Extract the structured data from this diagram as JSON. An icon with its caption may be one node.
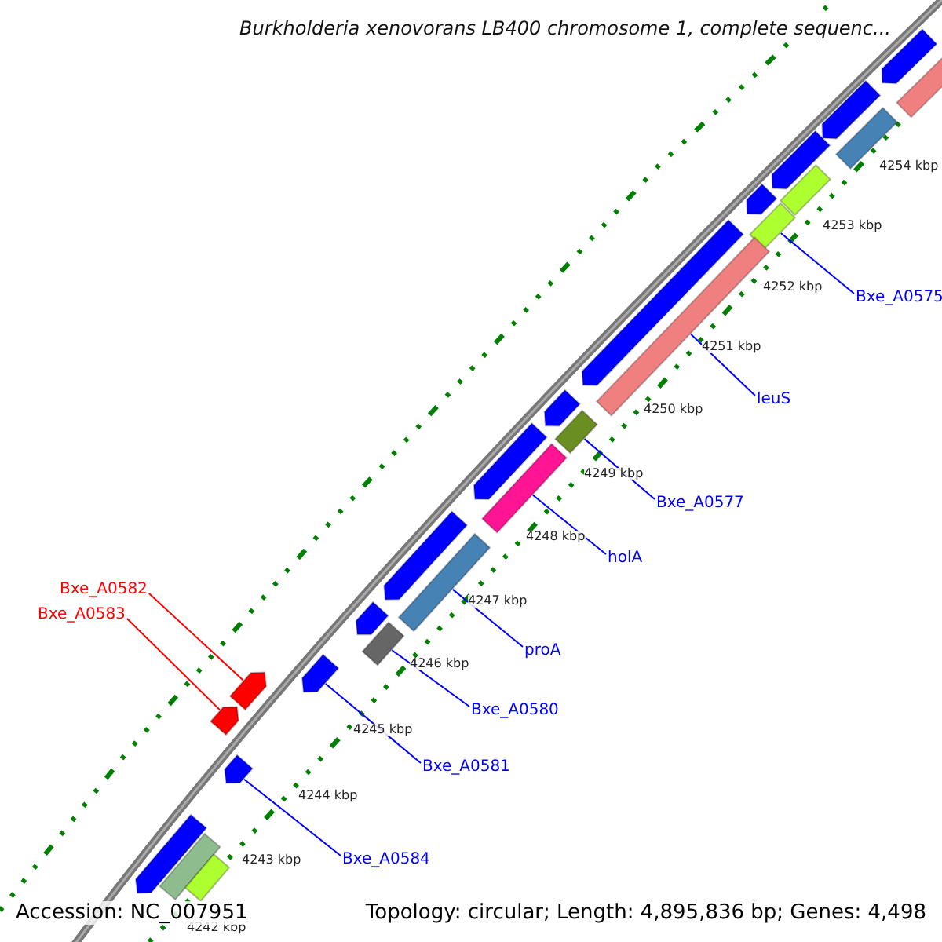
{
  "diagram": {
    "title": "Burkholderia xenovorans LB400 chromosome 1, complete sequenc...",
    "nodes": [
      {
        "text": [
          "Bxe_A0575"
        ]
      },
      {
        "text": [],
        "shape": "bar"
      },
      {
        "text": [
          "leuS"
        ]
      },
      {
        "text": [],
        "shape": "bar"
      },
      {
        "text": [
          "Bxe_A0577"
        ]
      },
      {
        "text": [],
        "shape": "bar"
      },
      {
        "text": [
          "holA"
        ]
      },
      {
        "text": [],
        "shape": "bar"
      },
      {
        "text": [
          "Bxe_A0582"
        ]
      },
      {
        "text": [],
        "shape": "pentagon"
      },
      {
        "text": [
          "Bxe_A0583"
        ]
      },
      {
        "text": [],
        "shape": "pentagon"
      },
      {
        "text": [
          "proA"
        ]
      },
      {
        "text": [],
        "shape": "bar"
      },
      {
        "text": [
          "Bxe_A0580"
        ]
      },
      {
        "text": [],
        "shape": "bar"
      },
      {
        "text": [
          "Bxe_A0581"
        ]
      },
      {
        "text": [],
        "shape": "pentagon"
      },
      {
        "text": [
          "Bxe_A0584"
        ]
      },
      {
        "text": [],
        "shape": "pentagon"
      },
      {
        "text": [],
        "shape": "pentagon"
      },
      {
        "text": [],
        "shape": "bar"
      },
      {
        "text": [],
        "shape": "pentagon"
      },
      {
        "text": [],
        "shape": "bar"
      },
      {
        "text": [],
        "shape": "pentagon"
      },
      {
        "text": [],
        "shape": "bar"
      },
      {
        "text": [],
        "shape": "pentagon"
      },
      {
        "text": [],
        "shape": "pentagon"
      },
      {
        "text": [],
        "shape": "pentagon"
      },
      {
        "text": [],
        "shape": "pentagon"
      },
      {
        "text": [],
        "shape": "pentagon"
      },
      {
        "text": [],
        "shape": "pentagon"
      },
      {
        "text": [],
        "shape": "pentagon"
      },
      {
        "text": [],
        "shape": "bar"
      },
      {
        "text": [],
        "shape": "bar"
      }
    ],
    "edges": [
      {
        "from": 0,
        "to": 1,
        "arrow": "none"
      },
      {
        "from": 2,
        "to": 3,
        "arrow": "none"
      },
      {
        "from": 4,
        "to": 5,
        "arrow": "none"
      },
      {
        "from": 6,
        "to": 7,
        "arrow": "none"
      },
      {
        "from": 8,
        "to": 9,
        "arrow": "none",
        "color": "#ff0000"
      },
      {
        "from": 10,
        "to": 11,
        "arrow": "none",
        "color": "#ff0000"
      },
      {
        "from": 12,
        "to": 13,
        "arrow": "none"
      },
      {
        "from": 14,
        "to": 15,
        "arrow": "none"
      },
      {
        "from": 16,
        "to": 17,
        "arrow": "none"
      },
      {
        "from": 18,
        "to": 19,
        "arrow": "none"
      }
    ],
    "labels": [
      "4254 kbp",
      "4253 kbp",
      "4252 kbp",
      "4251 kbp",
      "4250 kbp",
      "4249 kbp",
      "4248 kbp",
      "4247 kbp",
      "4246 kbp",
      "4245 kbp",
      "4244 kbp",
      "4243 kbp",
      "4242 kbp",
      "Accession: NC_007951",
      "Topology: circular; Length: 4,895,836 bp; Genes: 4,498"
    ]
  }
}
